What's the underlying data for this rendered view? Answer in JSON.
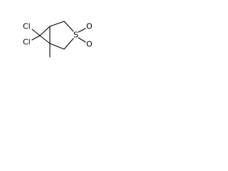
{
  "structure": {
    "atoms": {
      "cl_upper": "Cl",
      "cl_lower": "Cl",
      "sulfur": "S",
      "oxygen_top": "O",
      "oxygen_bottom": "O"
    }
  }
}
